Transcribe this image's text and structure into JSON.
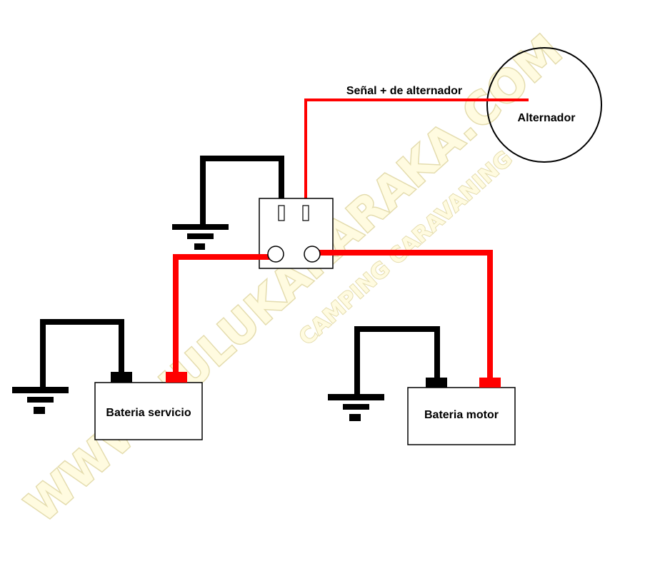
{
  "labels": {
    "signal": "Señal + de alternador",
    "alternator": "Alternador",
    "service_battery": "Bateria servicio",
    "engine_battery": "Bateria motor"
  },
  "watermark": {
    "main": "WWW.HULUKAKARAKA.COM",
    "sub": "CAMPING CARAVANING"
  },
  "colors": {
    "positive_wire": "#ff0000",
    "ground_wire": "#000000",
    "watermark_fill": "#fffbe0",
    "watermark_stroke": "#e4dcae"
  }
}
